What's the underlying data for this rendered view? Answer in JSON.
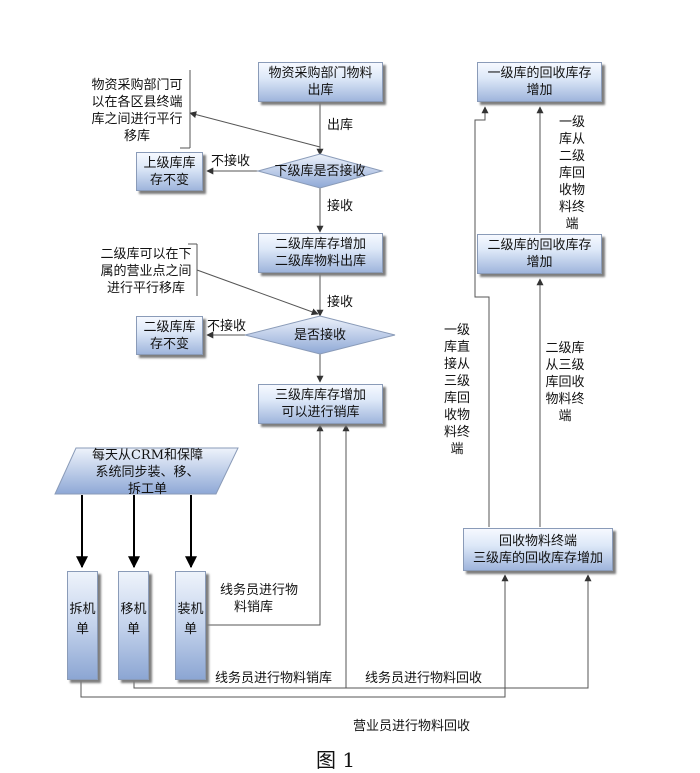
{
  "boxes": {
    "procurement_out": [
      "物资采购部门物料",
      "出库"
    ],
    "upper_unchanged_1": [
      "上级库库",
      "存不变"
    ],
    "level2_increase": [
      "二级库库存增加",
      "二级库物料出库"
    ],
    "level2_unchanged": [
      "二级库库",
      "存不变"
    ],
    "level3_increase": [
      "三级库库存增加",
      "可以进行销库"
    ],
    "crm_sync": [
      "每天从CRM和保障",
      "系统同步装、移、",
      "拆工单"
    ],
    "recycle_level1": [
      "一级库的回收库存",
      "增加"
    ],
    "recycle_level2": [
      "二级库的回收库存",
      "增加"
    ],
    "recycle_terminal": [
      "回收物料终端",
      "三级库的回收库存增加"
    ],
    "dismantle_order": [
      "拆机",
      "单"
    ],
    "move_order": [
      "移机",
      "单"
    ],
    "install_order": [
      "装机",
      "单"
    ]
  },
  "decisions": {
    "lower_accept": "下级库是否接收",
    "accept": "是否接收"
  },
  "notes": {
    "procurement_transfer": [
      "物资采购部门可",
      "以在各区县终端",
      "库之间进行平行",
      "移库"
    ],
    "level2_transfer": [
      "二级库可以在下",
      "属的营业点之间",
      "进行平行移库"
    ]
  },
  "labels": {
    "out": "出库",
    "reject1": "不接收",
    "accept1": "接收",
    "accept2": "接收",
    "reject2": "不接收",
    "lineman_cancel_1": [
      "线务员进行物",
      "料销库"
    ],
    "lineman_cancel_2": "线务员进行物料销库",
    "lineman_recycle": "线务员进行物料回收",
    "clerk_recycle": "营业员进行物料回收",
    "l1_from_l2": "一级库从二级库回收物料终端",
    "l1_direct": "一级库直接从三级库回收物料终端",
    "l2_from_l3": "二级库从三级库回收物料终端"
  },
  "caption": "图 1"
}
